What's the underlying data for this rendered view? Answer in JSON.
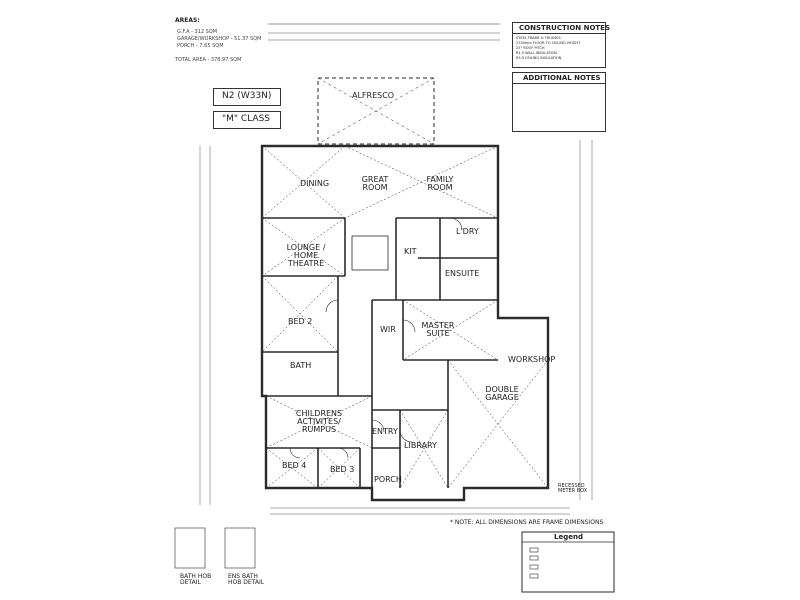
{
  "areas": {
    "heading": "AREAS:",
    "lines": [
      "G.F.A - 312 SQM",
      "GARAGE/WORKSHOP - 51.37 SQM",
      "PORCH - 7.65 SQM"
    ],
    "total": "TOTAL AREA - 378.97 SQM"
  },
  "plan_code": "N2 (W33N)",
  "plan_class": "\"M\" CLASS",
  "construction_notes": {
    "heading": "CONSTRUCTION NOTES",
    "items": [
      "STEEL FRAME & TRUSSES",
      "2740mm FLOOR TO CEILING HEIGHT",
      "25° ROOF PITCH",
      "R1.5 WALL INSULATION",
      "R3.5 CEILING INSULATION"
    ]
  },
  "additional_notes": {
    "heading": "ADDITIONAL NOTES"
  },
  "rooms": {
    "alfresco": "ALFRESCO",
    "dining": "DINING",
    "great_room": "GREAT ROOM",
    "family_room": "FAMILY ROOM",
    "lounge": "LOUNGE / HOME THEATRE",
    "kit": "KIT",
    "ldry": "L'DRY",
    "ensuite": "ENSUITE",
    "bed2": "BED 2",
    "wir": "WIR",
    "master": "MASTER SUITE",
    "workshop": "WORKSHOP",
    "bath": "BATH",
    "double_garage": "DOUBLE GARAGE",
    "rumpus": "CHILDRENS ACTIVITES/ RUMPUS",
    "entry": "ENTRY",
    "library": "LIBRARY",
    "bed4": "BED 4",
    "bed3": "BED 3",
    "porch": "PORCH"
  },
  "note": "* NOTE: ALL DIMENSIONS ARE FRAME DIMENSIONS",
  "recessed": "RECESSED\nMETER BOX",
  "legend": {
    "heading": "Legend"
  },
  "details": {
    "bath_hob": "BATH HOB\nDETAIL",
    "ens_bath_hob": "ENS BATH\nHOB DETAIL"
  },
  "stroke_color": "#2b2b2b",
  "paper_color": "#ffffff"
}
